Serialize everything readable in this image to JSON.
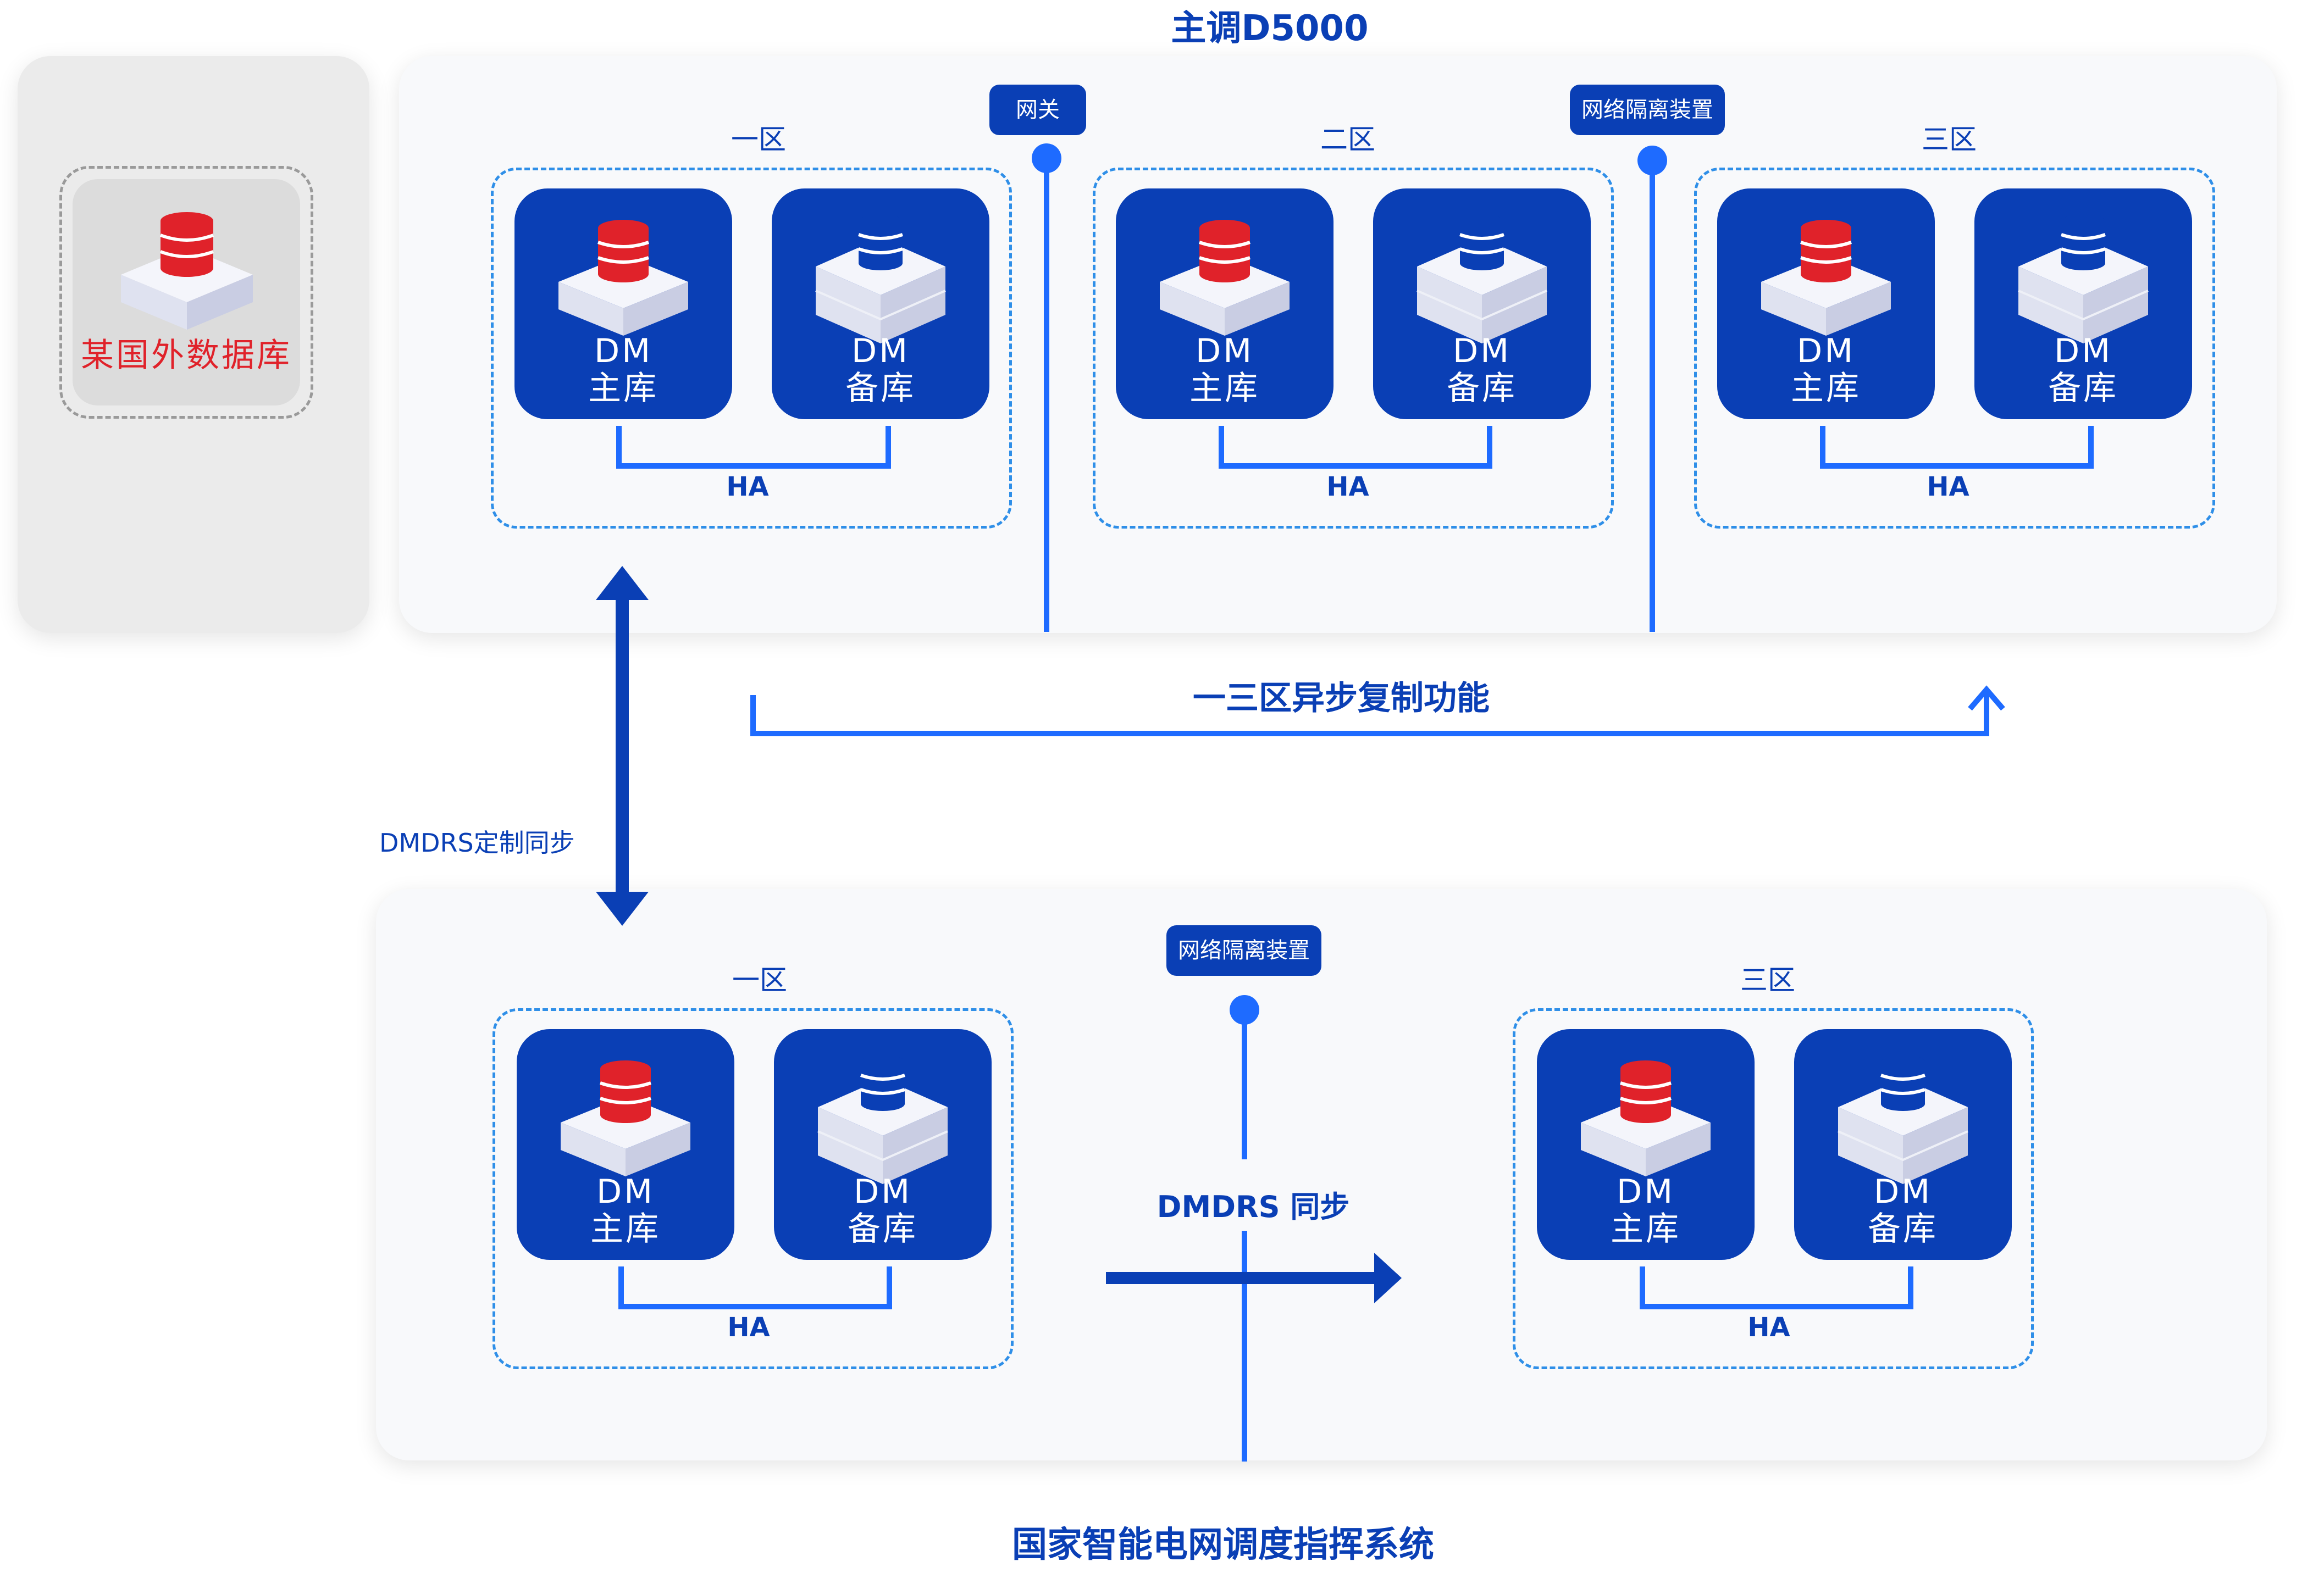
{
  "titles": {
    "top": "主调D5000",
    "bottom": "国家智能电网调度指挥系统"
  },
  "foreign_db": {
    "label": "某国外数据库"
  },
  "top_system": {
    "zones": [
      {
        "label": "一区",
        "primary": [
          "DM",
          "主库"
        ],
        "backup": [
          "DM",
          "备库"
        ],
        "ha": "HA"
      },
      {
        "label": "二区",
        "primary": [
          "DM",
          "主库"
        ],
        "backup": [
          "DM",
          "备库"
        ],
        "ha": "HA"
      },
      {
        "label": "三区",
        "primary": [
          "DM",
          "主库"
        ],
        "backup": [
          "DM",
          "备库"
        ],
        "ha": "HA"
      }
    ],
    "gateway": "网关",
    "isolation": "网络隔离装置",
    "async_label": "一三区异步复制功能"
  },
  "dmdrs_custom_sync": "DMDRS定制同步",
  "bottom_system": {
    "zones": [
      {
        "label": "一区",
        "primary": [
          "DM",
          "主库"
        ],
        "backup": [
          "DM",
          "备库"
        ],
        "ha": "HA"
      },
      {
        "label": "三区",
        "primary": [
          "DM",
          "主库"
        ],
        "backup": [
          "DM",
          "备库"
        ],
        "ha": "HA"
      }
    ],
    "isolation": "网络隔离装置",
    "sync_label": "DMDRS 同步"
  },
  "colors": {
    "primary_blue": "#0a3fb5",
    "accent_blue": "#1e6bff",
    "dashed_blue": "#2f8fe8",
    "db_red": "#e0222a",
    "foreign_text_red": "#e0222a"
  }
}
